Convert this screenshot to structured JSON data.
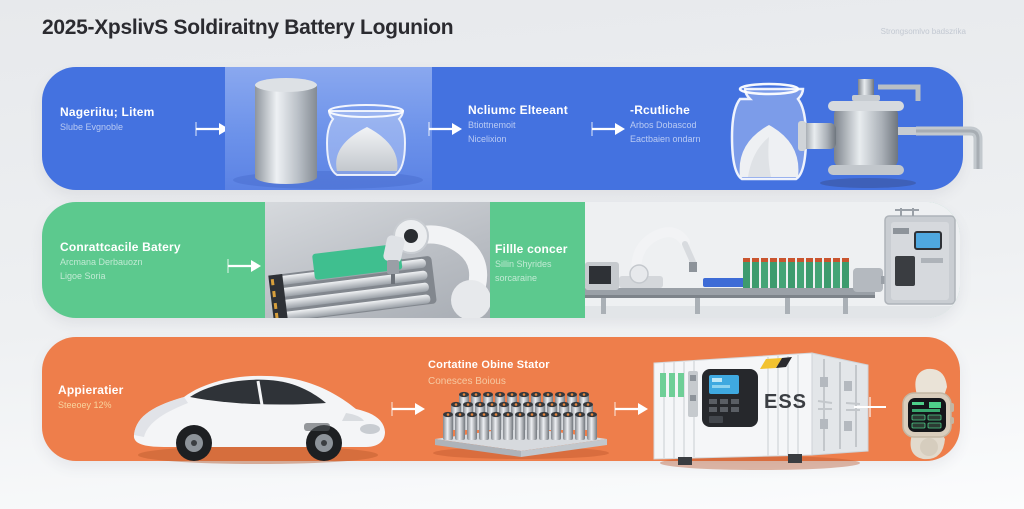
{
  "title": "2025-XpslivS Soldiraitny Battery Logunion",
  "header_note": "Strongsomlvo badszrika",
  "colors": {
    "band_materials": "#4472e0",
    "band_production": "#5cc98e",
    "band_applications": "#ee7e4b",
    "background": "#eceef1",
    "title_text": "#2b2b30"
  },
  "bands": {
    "materials": {
      "step1_title": "Nageriitu; Litem",
      "step1_sub": "Slube Evgnoble",
      "step2_title": "Ncliumc Elteeant",
      "step2_sub1": "Btiottnemoit",
      "step2_sub2": "Nicelixion",
      "step3_title": "-Rcutliche",
      "step3_sub1": "Arbos Dobascod",
      "step3_sub2": "Eactbaien ondarn"
    },
    "production": {
      "step1_title": "Conrattcacile Batery",
      "step1_sub1": "Arcmana Derbauozn",
      "step1_sub2": "Ligoe Soria",
      "step2_title": "Fillle concer",
      "step2_sub1": "Sillin Shyrides",
      "step2_sub2": "sorcaraine"
    },
    "applications": {
      "step1_title": "Appieratier",
      "step1_sub": "Steeoey 12%",
      "step2_title": "Cortatine Obine Stator",
      "step2_sub": "Conesces Boious",
      "ess_label": "ESS"
    }
  }
}
